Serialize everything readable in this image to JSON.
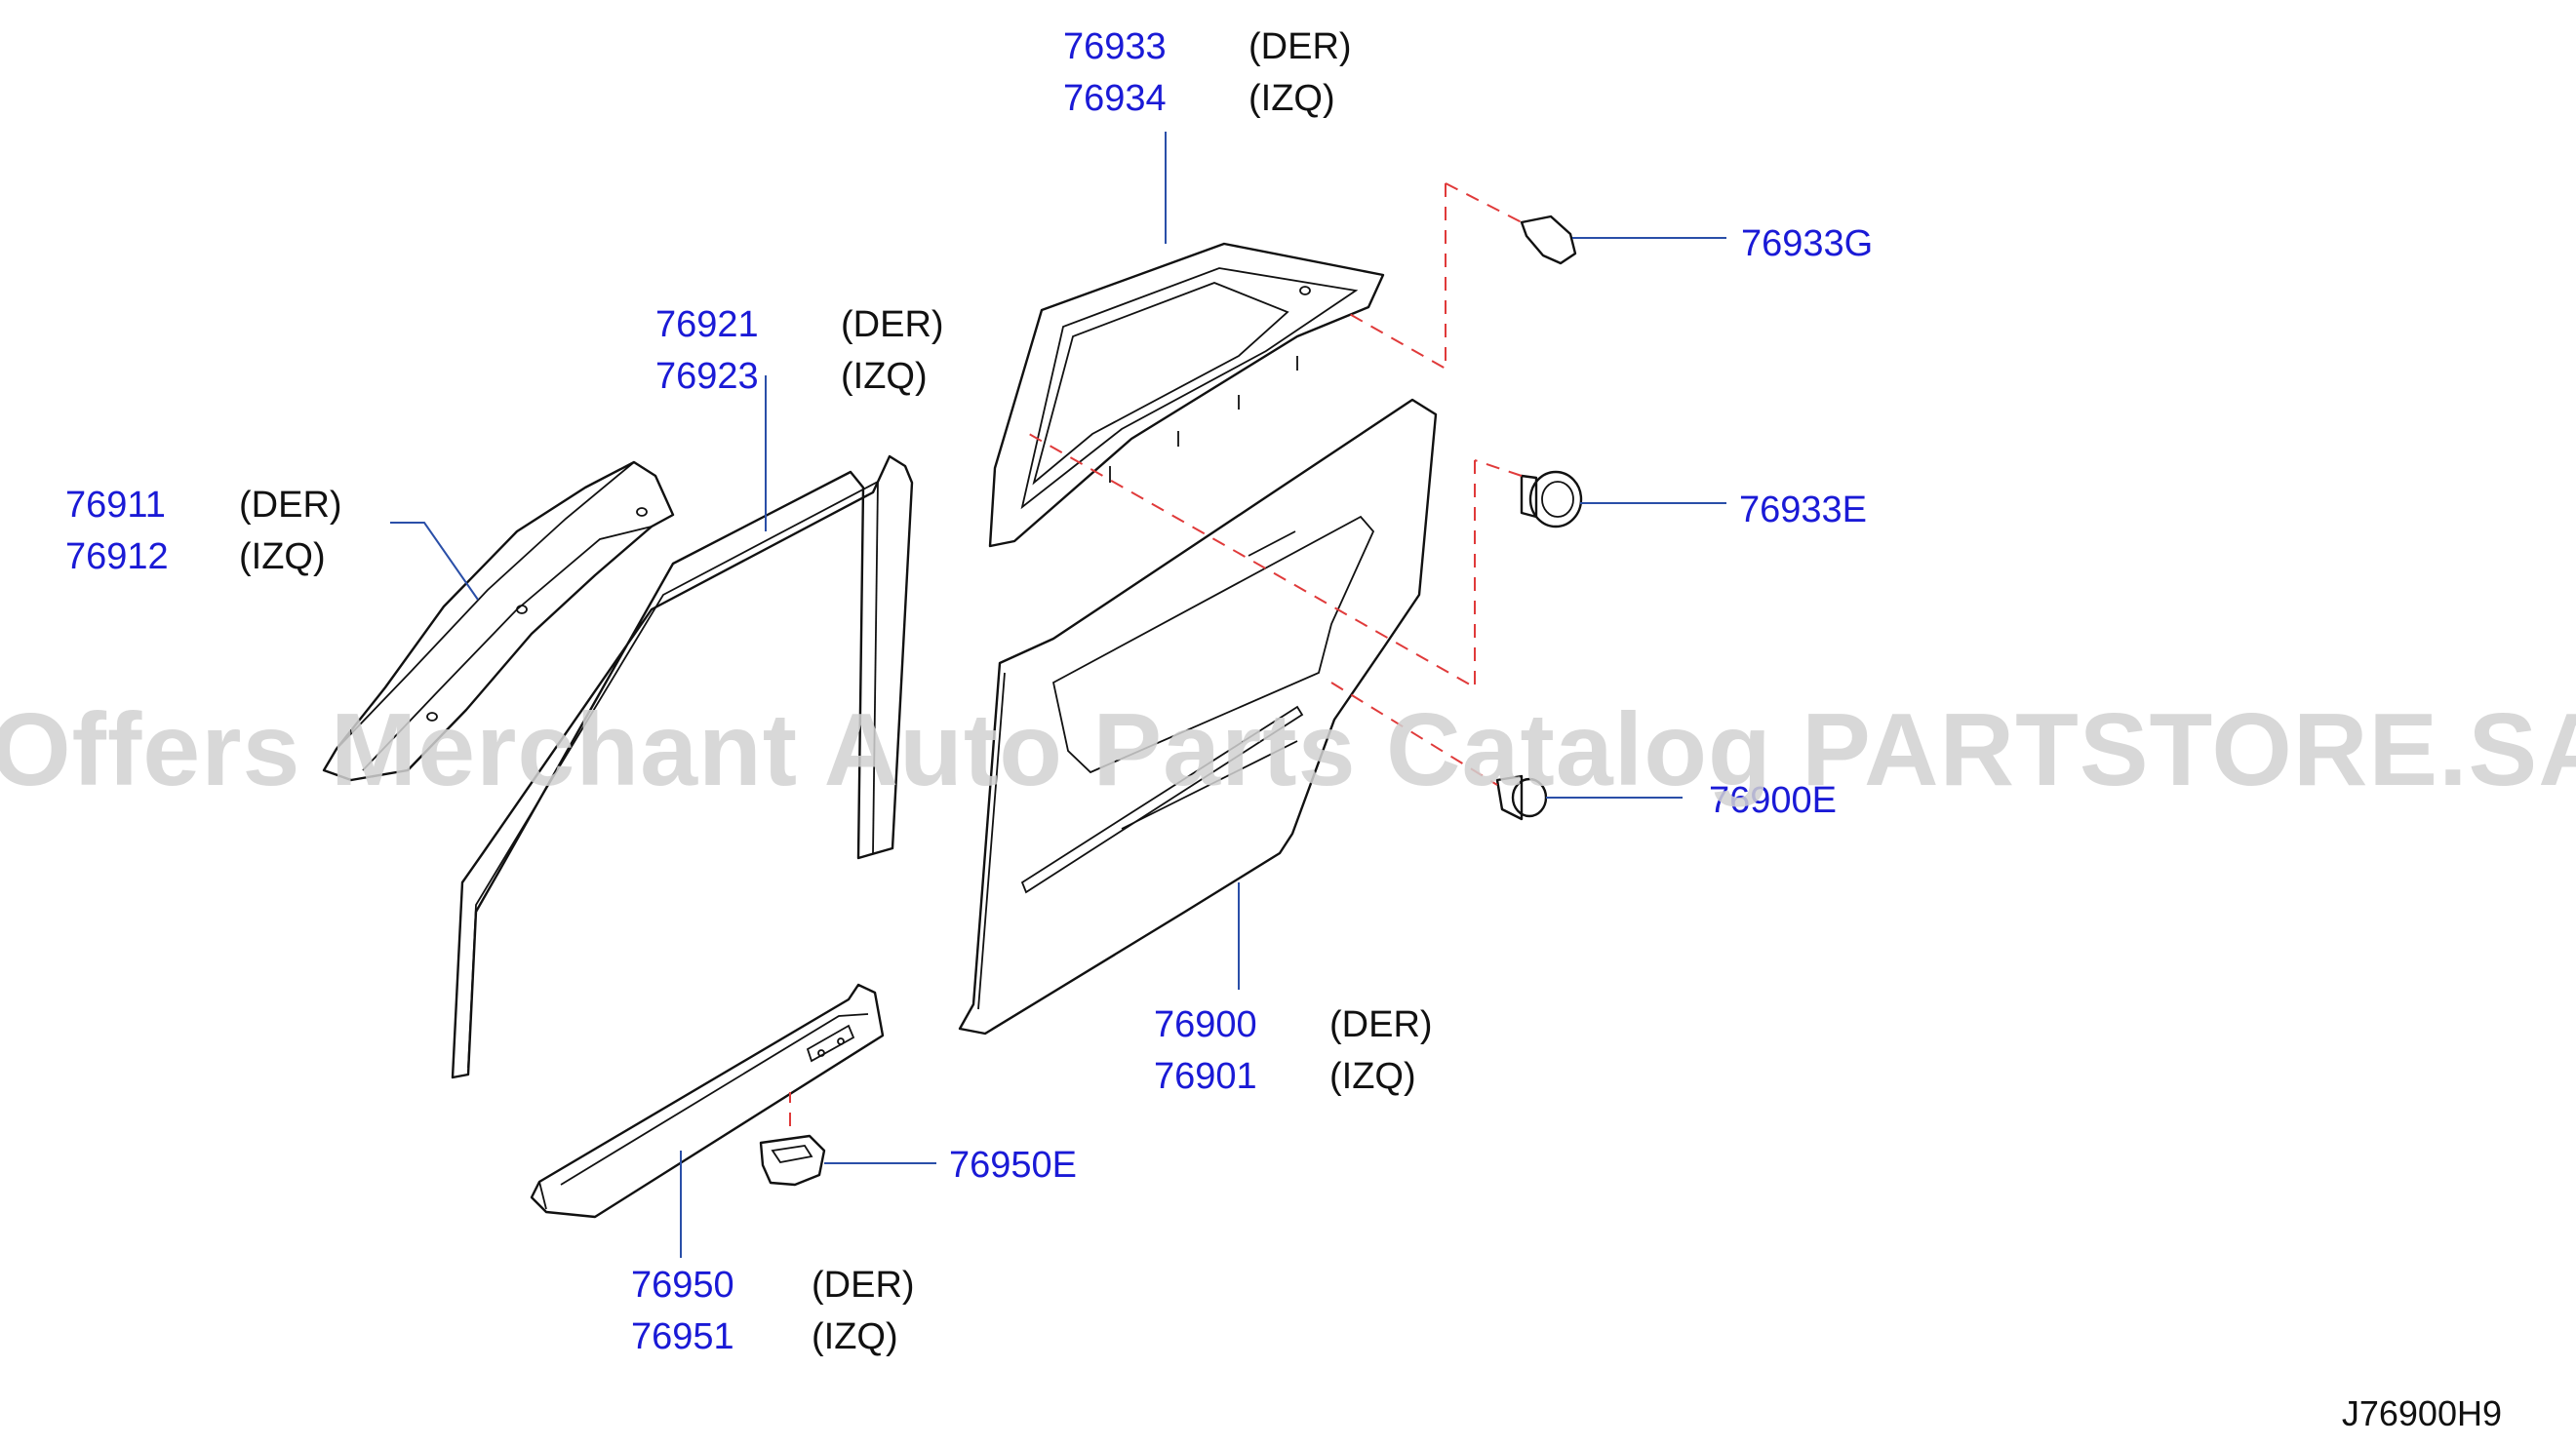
{
  "watermark": "Offers Merchant Auto Parts Catalog PARTSTORE.SA",
  "diagram_code": "J76900H9",
  "colors": {
    "part_number": "#1a1ad6",
    "leader": "#2a4fa8",
    "dashed_guide": "#e03a3a",
    "outline": "#111111",
    "watermark": "#d2d2d2"
  },
  "callouts": {
    "c76933": {
      "pn1": "76933",
      "side1": "(DER)",
      "pn2": "76934",
      "side2": "(IZQ)"
    },
    "c76921": {
      "pn1": "76921",
      "side1": "(DER)",
      "pn2": "76923",
      "side2": "(IZQ)"
    },
    "c76911": {
      "pn1": "76911",
      "side1": "(DER)",
      "pn2": "76912",
      "side2": "(IZQ)"
    },
    "c76900": {
      "pn1": "76900",
      "side1": "(DER)",
      "pn2": "76901",
      "side2": "(IZQ)"
    },
    "c76950": {
      "pn1": "76950",
      "side1": "(DER)",
      "pn2": "76951",
      "side2": "(IZQ)"
    },
    "c76933G": {
      "pn": "76933G"
    },
    "c76933E": {
      "pn": "76933E"
    },
    "c76900E": {
      "pn": "76900E"
    },
    "c76950E": {
      "pn": "76950E"
    }
  }
}
